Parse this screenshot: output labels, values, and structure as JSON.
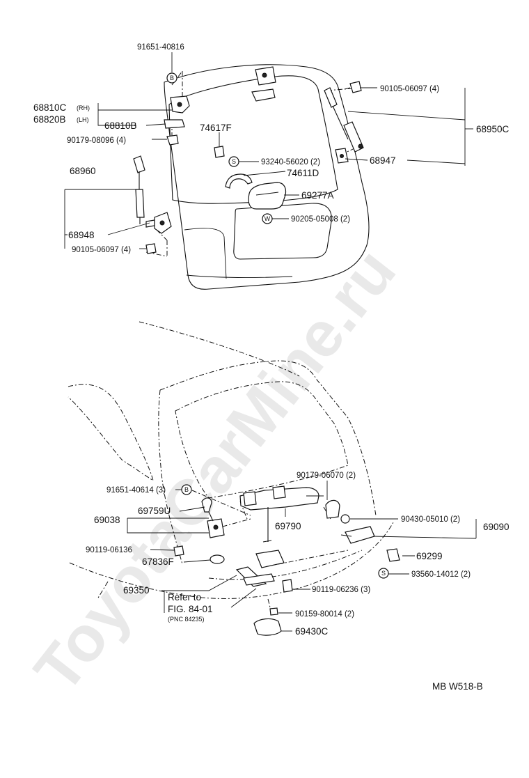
{
  "watermark": "ToyotaCarMine.ru",
  "figure_code": "MB W518-B",
  "symbols": {
    "b": "B",
    "s": "S",
    "w": "W"
  },
  "upper": {
    "p_91651_40816": "91651-40816",
    "p_68810c": "68810C",
    "p_68810c_side": "(RH)",
    "p_68820b": "68820B",
    "p_68820b_side": "(LH)",
    "p_68810b": "68810B",
    "p_90179_08096": "90179-08096 (4)",
    "p_74617f": "74617F",
    "p_90105_06097_top": "90105-06097 (4)",
    "p_68950c": "68950C",
    "p_93240_56020": "93240-56020 (2)",
    "p_68947": "68947",
    "p_74611d": "74611D",
    "p_68960": "68960",
    "p_69277a": "69277A",
    "p_90205_05008": "90205-05008 (2)",
    "p_68948": "68948",
    "p_90105_06097_bottom": "90105-06097 (4)"
  },
  "lower": {
    "p_90179_06070": "90179-06070 (2)",
    "p_91651_40614": "91651-40614 (3)",
    "p_69759u": "69759U",
    "p_69038": "69038",
    "p_69790": "69790",
    "p_90430_05010": "90430-05010 (2)",
    "p_69090": "69090",
    "p_90119_06136": "90119-06136",
    "p_67836f": "67836F",
    "p_69299": "69299",
    "p_93560_14012": "93560-14012 (2)",
    "p_69350": "69350",
    "refer_line1": "Refer to",
    "refer_line2": "FIG. 84-01",
    "refer_line3": "(PNC 84235)",
    "p_90119_06236": "90119-06236 (3)",
    "p_90159_80014": "90159-80014 (2)",
    "p_69430c": "69430C"
  }
}
